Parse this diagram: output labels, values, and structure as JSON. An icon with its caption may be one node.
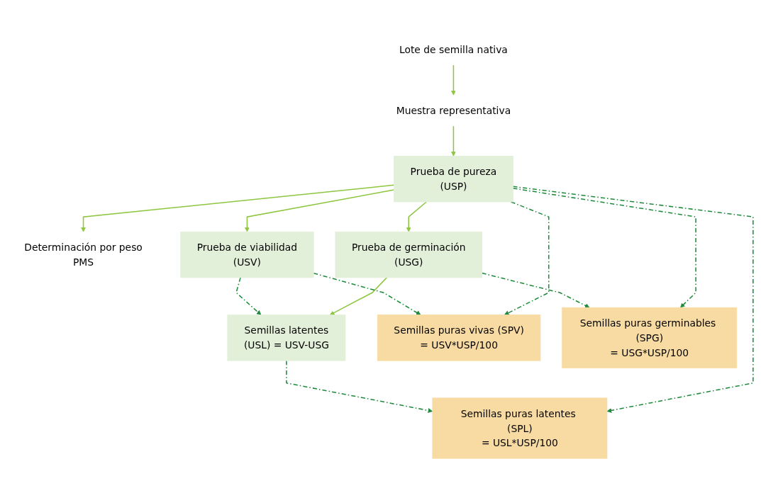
{
  "diagram": {
    "nodes": [
      {
        "text": [
          "Lote de semilla nativa"
        ]
      },
      {
        "text": [
          "Muestra representativa"
        ]
      },
      {
        "text": [
          "Prueba de pureza",
          "(USP)"
        ]
      },
      {
        "text": [
          "Determinación por peso",
          "PMS"
        ]
      },
      {
        "text": [
          "Prueba de viabilidad",
          "(USV)"
        ]
      },
      {
        "text": [
          "Prueba de germinación",
          "(USG)"
        ]
      },
      {
        "text": [
          "Semillas latentes",
          "(USL) = USV-USG"
        ]
      },
      {
        "text": [
          "Semillas puras vivas (SPV)",
          "= USV*USP/100"
        ]
      },
      {
        "text": [
          "Semillas puras germinables (SPG)",
          "= USG*USP/100"
        ]
      },
      {
        "text": [
          "Semillas puras latentes (SPL)",
          "= USL*USP/100"
        ]
      }
    ],
    "edges": [
      {
        "from": 0,
        "to": 1,
        "arrow": "to",
        "color": "#8dc63f"
      },
      {
        "from": 1,
        "to": 2,
        "arrow": "to",
        "color": "#8dc63f"
      },
      {
        "from": 2,
        "to": 3,
        "arrow": "to",
        "color": "#8dc63f"
      },
      {
        "from": 2,
        "to": 4,
        "arrow": "to",
        "color": "#8dc63f"
      },
      {
        "from": 2,
        "to": 5,
        "arrow": "to",
        "color": "#8dc63f"
      },
      {
        "from": 5,
        "to": 6,
        "arrow": "to",
        "color": "#8dc63f"
      },
      {
        "from": 2,
        "to": 7,
        "arrow": "to",
        "style": "dashed"
      },
      {
        "from": 2,
        "to": 8,
        "arrow": "to",
        "style": "dashed"
      },
      {
        "from": 2,
        "to": 9,
        "arrow": "to",
        "style": "dashed"
      },
      {
        "from": 4,
        "to": 7,
        "arrow": "to",
        "style": "dashed"
      },
      {
        "from": 4,
        "to": 6,
        "arrow": "to",
        "style": "dashed"
      },
      {
        "from": 5,
        "to": 8,
        "arrow": "to",
        "style": "dashed"
      },
      {
        "from": 6,
        "to": 9,
        "arrow": "to",
        "style": "dashed"
      }
    ]
  }
}
